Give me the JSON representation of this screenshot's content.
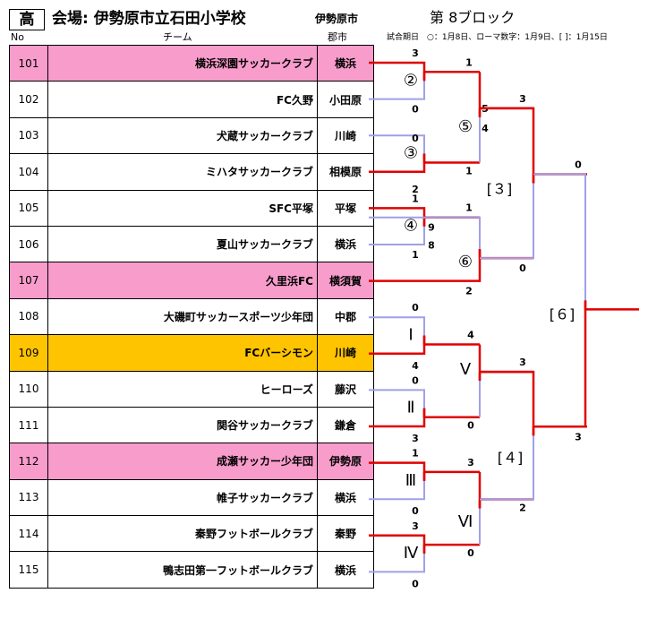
{
  "header": {
    "division": "高",
    "venue": "会場: 伊勢原市立石田小学校",
    "city": "伊勢原市",
    "block": "第 8ブロック",
    "col_no": "No",
    "col_team": "チーム",
    "col_region": "郡市",
    "notes": "試合期日　○：1月8日、ローマ数字：1月9日、[ ]：1月15日"
  },
  "teams": [
    {
      "no": "101",
      "name": "横浜深園サッカークラブ",
      "region": "横浜",
      "hl": "seed"
    },
    {
      "no": "102",
      "name": "FC久野",
      "region": "小田原",
      "hl": ""
    },
    {
      "no": "103",
      "name": "犬蔵サッカークラブ",
      "region": "川崎",
      "hl": ""
    },
    {
      "no": "104",
      "name": "ミハタサッカークラブ",
      "region": "相模原",
      "hl": ""
    },
    {
      "no": "105",
      "name": "SFC平塚",
      "region": "平塚",
      "hl": ""
    },
    {
      "no": "106",
      "name": "夏山サッカークラブ",
      "region": "横浜",
      "hl": ""
    },
    {
      "no": "107",
      "name": "久里浜FC",
      "region": "横須賀",
      "hl": "seed"
    },
    {
      "no": "108",
      "name": "大磯町サッカースポーツ少年団",
      "region": "中郡",
      "hl": ""
    },
    {
      "no": "109",
      "name": "FCバーシモン",
      "region": "川崎",
      "hl": "top"
    },
    {
      "no": "110",
      "name": "ヒーローズ",
      "region": "藤沢",
      "hl": ""
    },
    {
      "no": "111",
      "name": "関谷サッカークラブ",
      "region": "鎌倉",
      "hl": ""
    },
    {
      "no": "112",
      "name": "成瀬サッカー少年団",
      "region": "伊勢原",
      "hl": "seed"
    },
    {
      "no": "113",
      "name": "帷子サッカークラブ",
      "region": "横浜",
      "hl": ""
    },
    {
      "no": "114",
      "name": "秦野フットボールクラブ",
      "region": "秦野",
      "hl": ""
    },
    {
      "no": "115",
      "name": "鴨志田第一フットボールクラブ",
      "region": "横浜",
      "hl": ""
    }
  ],
  "colors": {
    "seed_row": "#f79ccb",
    "top_row": "#ffc400",
    "winner_line": "#e00000",
    "loser_line": "#a0a0e8"
  },
  "matches": {
    "m2": {
      "label": "②",
      "s_top": "3",
      "s_bot": "0"
    },
    "m3": {
      "label": "③",
      "s_top": "0",
      "s_bot": "2"
    },
    "m4": {
      "label": "④",
      "s_top": "1",
      "s_bot": "1",
      "pk_top": "9",
      "pk_bot": "8"
    },
    "m5": {
      "label": "⑤",
      "s_top": "1",
      "s_bot": "1",
      "pk_top": "5",
      "pk_bot": "4"
    },
    "m6": {
      "label": "⑥",
      "s_top": "1",
      "s_bot": "2"
    },
    "mI": {
      "label": "Ⅰ",
      "s_top": "0",
      "s_bot": "4"
    },
    "mII": {
      "label": "Ⅱ",
      "s_top": "0",
      "s_bot": "3"
    },
    "mIII": {
      "label": "Ⅲ",
      "s_top": "1",
      "s_bot": "0"
    },
    "mIV": {
      "label": "Ⅳ",
      "s_top": "3",
      "s_bot": "0"
    },
    "mV": {
      "label": "Ⅴ",
      "s_top": "4",
      "s_bot": "0"
    },
    "mVI": {
      "label": "Ⅵ",
      "s_top": "3",
      "s_bot": "0"
    },
    "r3": {
      "label": "[３]",
      "s_top": "3",
      "s_bot": "0"
    },
    "r4": {
      "label": "[４]",
      "s_top": "3",
      "s_bot": "2"
    },
    "r6": {
      "label": "[６]",
      "s_top": "0",
      "s_bot": "3"
    }
  }
}
